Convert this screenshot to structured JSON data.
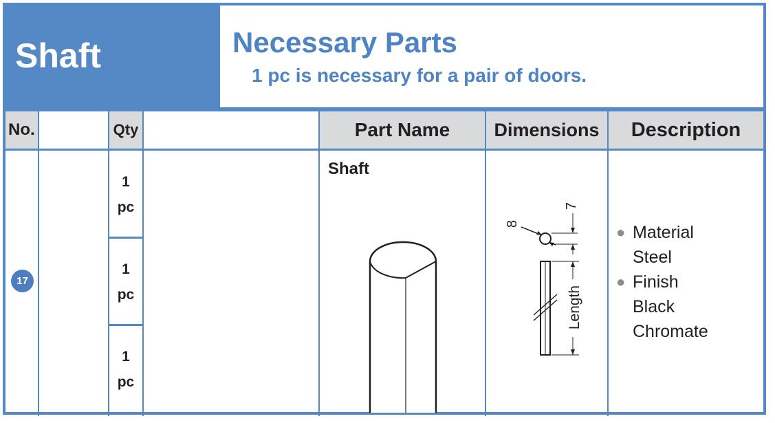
{
  "header": {
    "section_title": "Shaft",
    "main_title": "Necessary Parts",
    "subtitle": "1 pc is necessary for a pair of doors."
  },
  "table": {
    "columns": {
      "no": "No.",
      "qty": "Qty",
      "part_name": "Part Name",
      "dimensions": "Dimensions",
      "description": "Description"
    },
    "item_number": "17",
    "qty_rows": [
      {
        "line1": "1",
        "line2": "pc"
      },
      {
        "line1": "1",
        "line2": "pc"
      },
      {
        "line1": "1",
        "line2": "pc"
      }
    ],
    "part_name": "Shaft",
    "dimension_labels": {
      "diameter": "8",
      "offset": "7",
      "length": "Length"
    },
    "description": {
      "material_label": "Material",
      "material_value": "Steel",
      "finish_label": "Finish",
      "finish_value_1": "Black",
      "finish_value_2": "Chromate"
    }
  },
  "colors": {
    "accent_blue": "#5589c5",
    "header_gray": "#d9dadc",
    "text_dark": "#231f20"
  }
}
